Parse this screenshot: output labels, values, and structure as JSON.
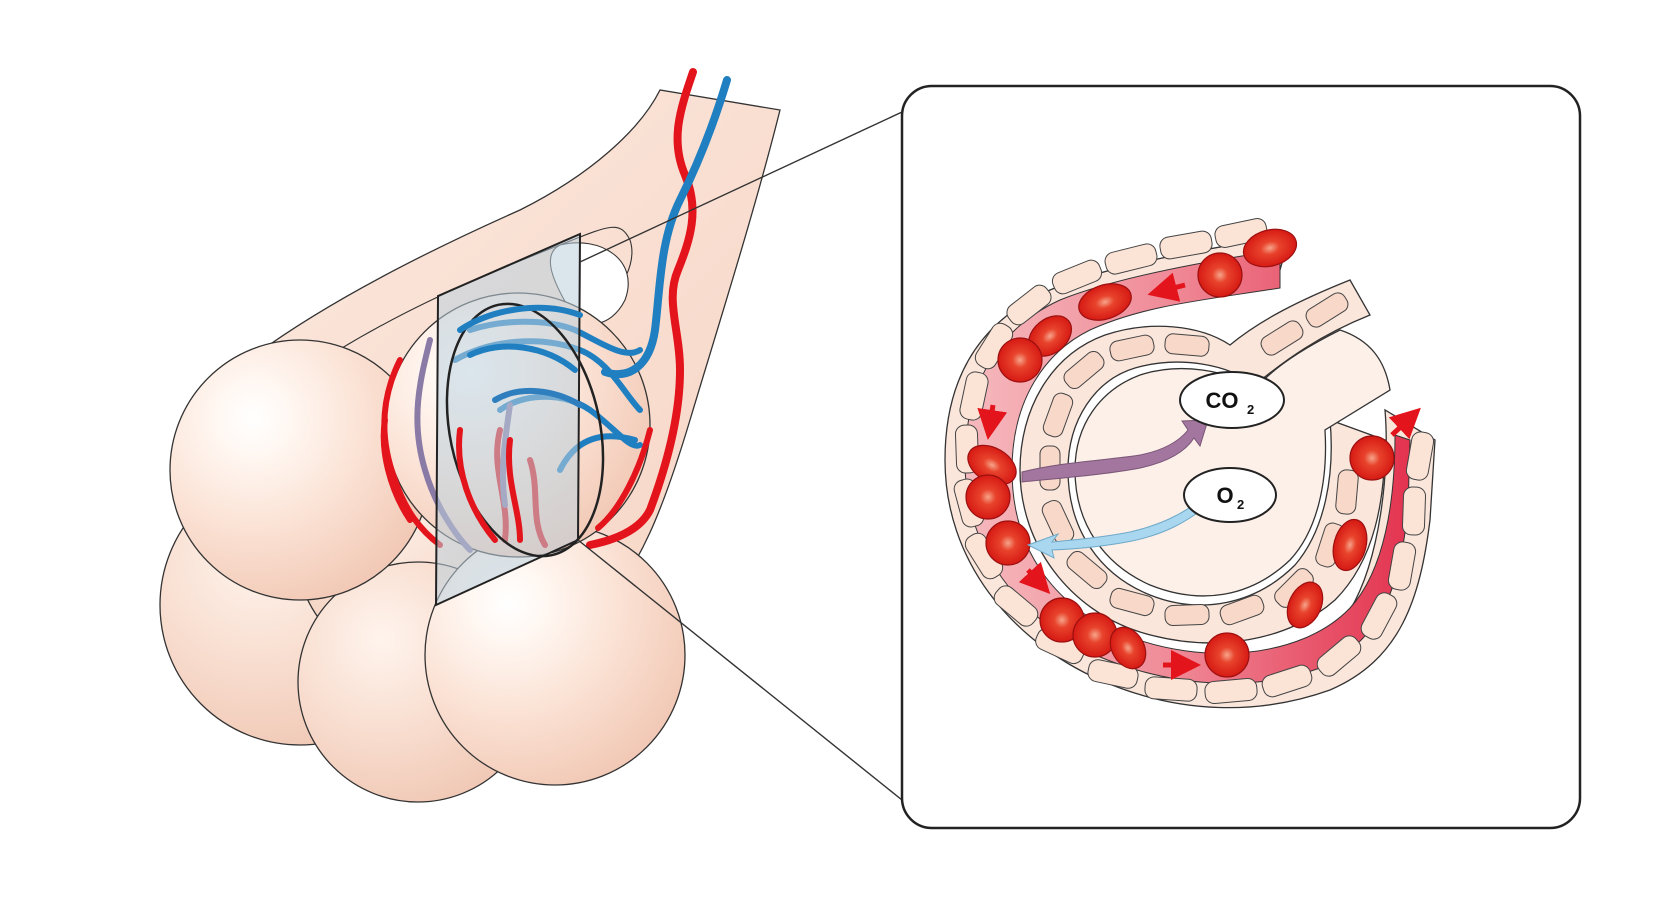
{
  "labels": {
    "co2": {
      "main": "CO",
      "sub": "2"
    },
    "o2": {
      "main": "O",
      "sub": "2"
    }
  },
  "colors": {
    "alveolus_fill": "#f8dccd",
    "alveolus_highlight": "#fffaf6",
    "artery_red": "#e3141b",
    "vein_blue": "#1f7fc0",
    "capillary_fill": "#f2aeb4",
    "capillary_oxygenated": "#e3334f",
    "red_cell": "#e3141b",
    "co2_arrow": "#a2769e",
    "o2_arrow": "#a9d7ef",
    "plane": "#bcd0dc",
    "outline": "#222222"
  }
}
